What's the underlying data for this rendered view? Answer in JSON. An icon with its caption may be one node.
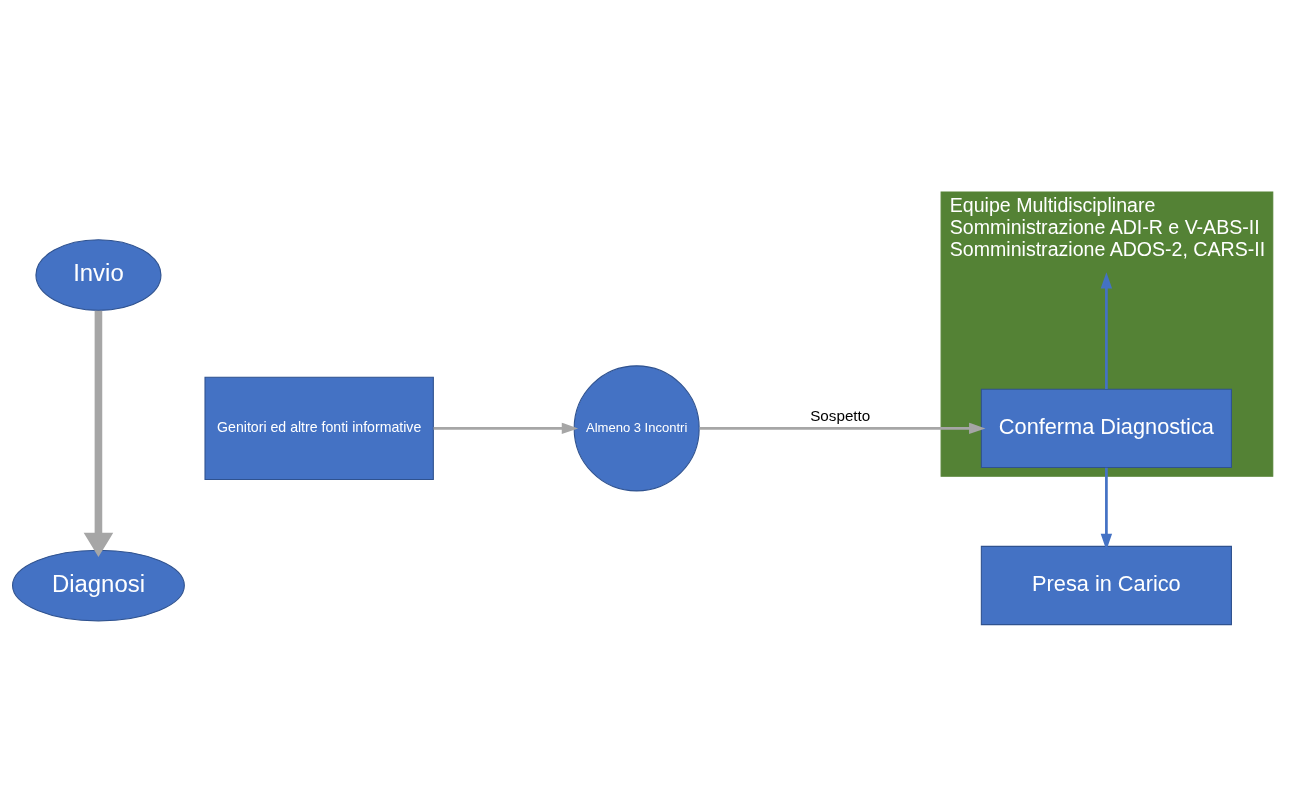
{
  "diagram": {
    "nodes": [
      {
        "text": [
          "Equipe Multidisciplinare",
          "Somministrazione ADI-R e V-ABS-II",
          "Somministrazione ADOS-2, CARS-II"
        ]
      },
      {
        "text": [
          "Invio"
        ]
      },
      {
        "text": [
          "Genitori ed altre fonti informative"
        ]
      },
      {
        "text": [
          "Almeno 3 Incontri"
        ]
      },
      {
        "text": [
          "Conferma Diagnostica"
        ],
        "in": 0
      },
      {
        "text": [
          "Diagnosi"
        ]
      },
      {
        "text": [
          "Presa in Carico"
        ]
      }
    ],
    "edges": [
      {
        "from": 1,
        "to": 5,
        "arrow": "to",
        "style": "thick"
      },
      {
        "from": 2,
        "to": 3,
        "arrow": "to"
      },
      {
        "from": 3,
        "to": 4,
        "arrow": "to",
        "label": "Sospetto"
      },
      {
        "from": 4,
        "to": 0,
        "arrow": "to",
        "color": "#4472c4"
      },
      {
        "from": 4,
        "to": 6,
        "arrow": "to",
        "color": "#4472c4"
      }
    ]
  }
}
